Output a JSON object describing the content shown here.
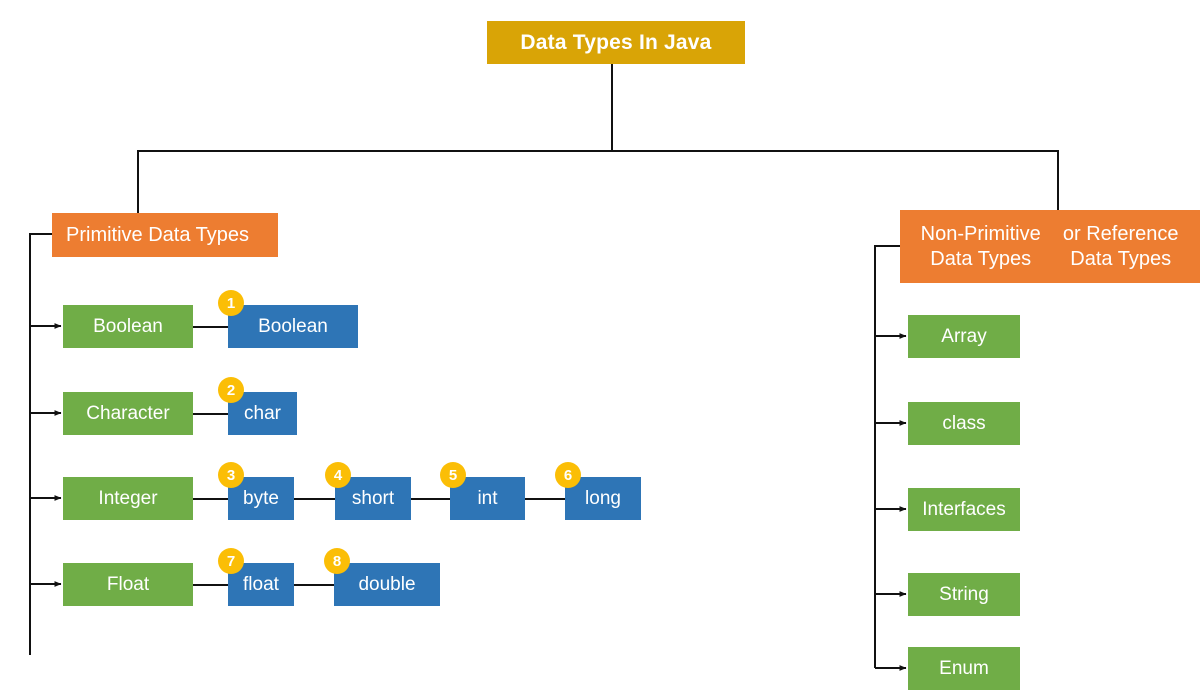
{
  "diagram": {
    "title": "Data Types In Java",
    "colors": {
      "title_bg": "#D9A406",
      "category_bg": "#ED7D31",
      "group_bg": "#70AD47",
      "type_bg": "#2E75B6",
      "badge_bg": "#FBBE06",
      "line": "#111111",
      "text": "#FFFFFF"
    },
    "branches": {
      "primitive": {
        "label": "Primitive Data Types",
        "groups": [
          {
            "label": "Boolean",
            "types": [
              {
                "index": "1",
                "label": "Boolean"
              }
            ]
          },
          {
            "label": "Character",
            "types": [
              {
                "index": "2",
                "label": "char"
              }
            ]
          },
          {
            "label": "Integer",
            "types": [
              {
                "index": "3",
                "label": "byte"
              },
              {
                "index": "4",
                "label": "short"
              },
              {
                "index": "5",
                "label": "int"
              },
              {
                "index": "6",
                "label": "long"
              }
            ]
          },
          {
            "label": "Float",
            "types": [
              {
                "index": "7",
                "label": "float"
              },
              {
                "index": "8",
                "label": "double"
              }
            ]
          }
        ]
      },
      "non_primitive": {
        "label_line1": "Non-Primitive Data Types",
        "label_line2": "or Reference Data Types",
        "items": [
          {
            "label": "Array"
          },
          {
            "label": "class"
          },
          {
            "label": "Interfaces"
          },
          {
            "label": "String"
          },
          {
            "label": "Enum"
          }
        ]
      }
    }
  }
}
